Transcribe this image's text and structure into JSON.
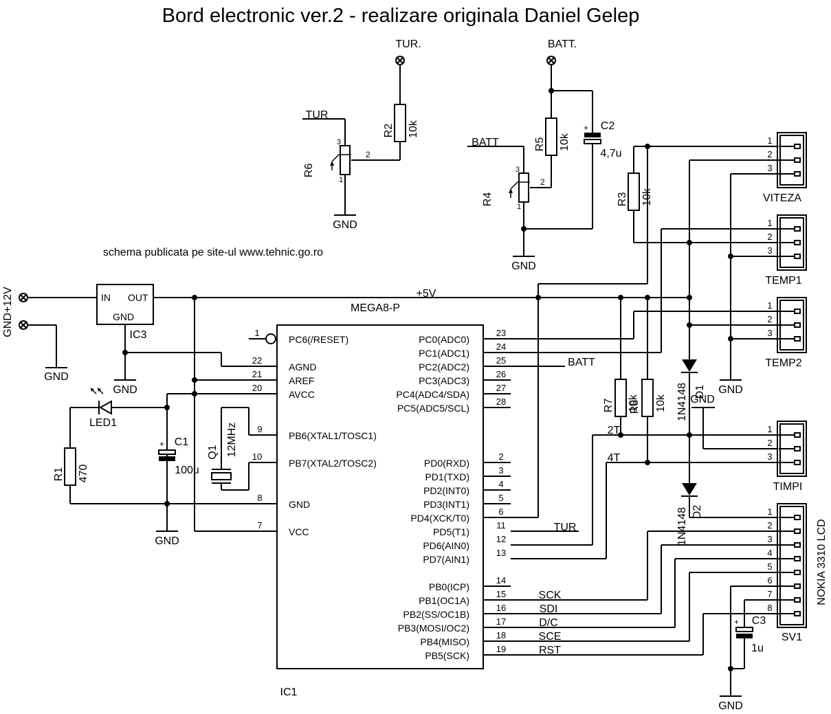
{
  "title": "Bord electronic ver.2 - realizare originala Daniel Gelep",
  "note": "schema publicata pe site-ul www.tehnic.go.ro",
  "power": {
    "input_label": "GND+12V",
    "rail_label": "+5V"
  },
  "gnd_label": "GND",
  "ic1": {
    "name": "IC1",
    "part": "MEGA8-P",
    "left_pins": [
      {
        "num": "1",
        "label": "PC6(/RESET)"
      },
      {
        "num": "22",
        "label": "AGND"
      },
      {
        "num": "21",
        "label": "AREF"
      },
      {
        "num": "20",
        "label": "AVCC"
      },
      {
        "num": "9",
        "label": "PB6(XTAL1/TOSC1)"
      },
      {
        "num": "10",
        "label": "PB7(XTAL2/TOSC2)"
      },
      {
        "num": "8",
        "label": "GND"
      },
      {
        "num": "7",
        "label": "VCC"
      }
    ],
    "right_pins": [
      {
        "num": "23",
        "label": "PC0(ADC0)"
      },
      {
        "num": "24",
        "label": "PC1(ADC1)"
      },
      {
        "num": "25",
        "label": "PC2(ADC2)"
      },
      {
        "num": "26",
        "label": "PC3(ADC3)"
      },
      {
        "num": "27",
        "label": "PC4(ADC4/SDA)"
      },
      {
        "num": "28",
        "label": "PC5(ADC5/SCL)"
      },
      {
        "num": "2",
        "label": "PD0(RXD)"
      },
      {
        "num": "3",
        "label": "PD1(TXD)"
      },
      {
        "num": "4",
        "label": "PD2(INT0)"
      },
      {
        "num": "5",
        "label": "PD3(INT1)"
      },
      {
        "num": "6",
        "label": "PD4(XCK/T0)"
      },
      {
        "num": "11",
        "label": "PD5(T1)"
      },
      {
        "num": "12",
        "label": "PD6(AIN0)"
      },
      {
        "num": "13",
        "label": "PD7(AIN1)"
      },
      {
        "num": "14",
        "label": "PB0(ICP)"
      },
      {
        "num": "15",
        "label": "PB1(OC1A)"
      },
      {
        "num": "16",
        "label": "PB2(SS/OC1B)"
      },
      {
        "num": "17",
        "label": "PB3(MOSI/OC2)"
      },
      {
        "num": "18",
        "label": "PB4(MISO)"
      },
      {
        "num": "19",
        "label": "PB5(SCK)"
      }
    ]
  },
  "ic3": {
    "name": "IC3",
    "in": "IN",
    "out": "OUT",
    "gnd": "GND"
  },
  "components": {
    "led1": "LED1",
    "r1": {
      "name": "R1",
      "value": "470"
    },
    "c1": {
      "name": "C1",
      "value": "100u"
    },
    "q1": {
      "name": "Q1",
      "value": "12MHz"
    },
    "r2": {
      "name": "R2",
      "value": "10k"
    },
    "r6": {
      "name": "R6"
    },
    "r5": {
      "name": "R5",
      "value": "10k"
    },
    "r4": {
      "name": "R4"
    },
    "c2": {
      "name": "C2",
      "value": "4,7u"
    },
    "r3": {
      "name": "R3",
      "value": "10k"
    },
    "r7": {
      "name": "R7",
      "value": "10k"
    },
    "r8": {
      "name": "R8",
      "value": "10k"
    },
    "d1": {
      "name": "D1",
      "value": "1N4148"
    },
    "d2": {
      "name": "D2",
      "value": "1N4148"
    },
    "c3": {
      "name": "C3",
      "value": "1u"
    }
  },
  "connectors": [
    {
      "name": "VITEZA",
      "pins": [
        "1",
        "2",
        "3"
      ]
    },
    {
      "name": "TEMP1",
      "pins": [
        "1",
        "2",
        "3"
      ]
    },
    {
      "name": "TEMP2",
      "pins": [
        "1",
        "2",
        "3"
      ]
    },
    {
      "name": "TIMPI",
      "pins": [
        "1",
        "2",
        "3"
      ]
    },
    {
      "name": "SV1",
      "label": "NOKIA 3310 LCD",
      "pins": [
        "1",
        "2",
        "3",
        "4",
        "5",
        "6",
        "7",
        "8"
      ]
    }
  ],
  "net_labels": {
    "tur_top": "TUR.",
    "batt_top": "BATT.",
    "tur": "TUR",
    "batt": "BATT",
    "tur_pin": "TUR",
    "batt_pin": "BATT",
    "sck": "SCK",
    "sdi": "SDI",
    "dc": "D/C",
    "sce": "SCE",
    "rst": "RST",
    "t2": "2T",
    "t4": "4T"
  },
  "pot_pins": {
    "p1": "1",
    "p2": "2",
    "p3": "3"
  },
  "polarity": "+"
}
